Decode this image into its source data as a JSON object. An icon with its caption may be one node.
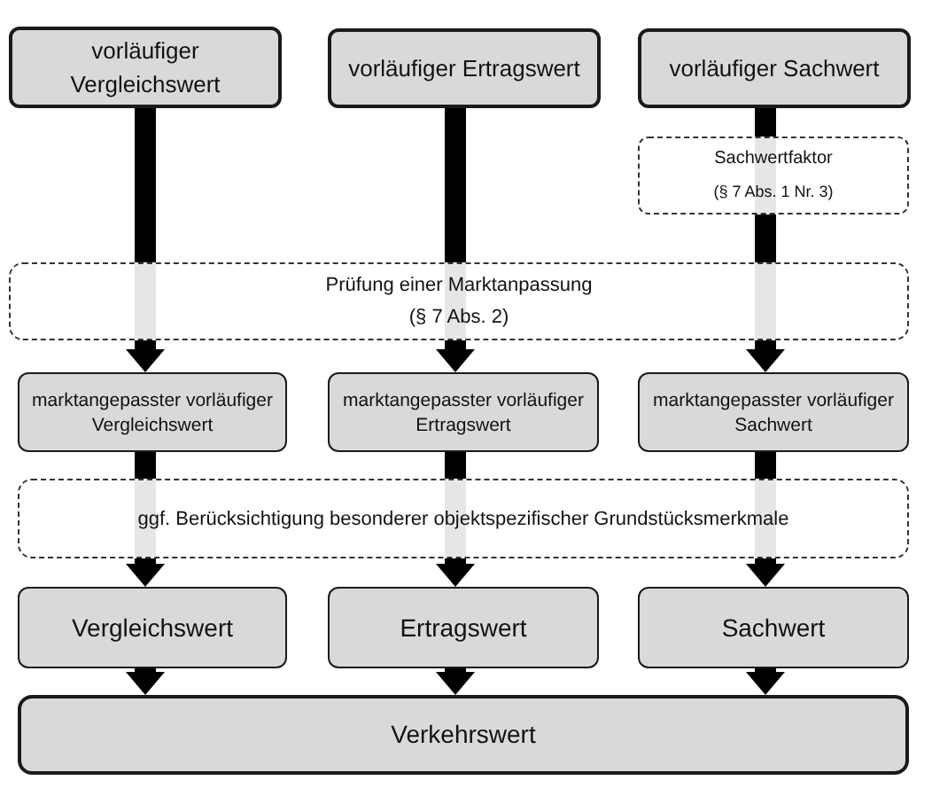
{
  "diagram": {
    "nodes": [
      {
        "text": [
          "vorläufiger Vergleichswert"
        ]
      },
      {
        "text": [
          "vorläufiger Ertragswert"
        ]
      },
      {
        "text": [
          "vorläufiger Sachwert"
        ]
      },
      {
        "text": [
          "Sachwertfaktor",
          "(§ 7 Abs. 1 Nr. 3)"
        ]
      },
      {
        "text": [
          "Prüfung einer Marktanpassung",
          "(§ 7 Abs. 2)"
        ]
      },
      {
        "text": [
          "marktangepasster vorläufiger Vergleichswert"
        ]
      },
      {
        "text": [
          "marktangepasster vorläufiger Ertragswert"
        ]
      },
      {
        "text": [
          "marktangepasster vorläufiger Sachwert"
        ]
      },
      {
        "text": [
          "ggf. Berücksichtigung besonderer objektspezifischer Grundstücksmerkmale"
        ]
      },
      {
        "text": [
          "Vergleichswert"
        ]
      },
      {
        "text": [
          "Ertragswert"
        ]
      },
      {
        "text": [
          "Sachwert"
        ]
      },
      {
        "text": [
          "Verkehrswert"
        ]
      }
    ],
    "edges": [
      {
        "from": 0,
        "to": 4,
        "arrow": "none"
      },
      {
        "from": 1,
        "to": 4,
        "arrow": "none"
      },
      {
        "from": 2,
        "to": 3,
        "arrow": "none"
      },
      {
        "from": 3,
        "to": 4,
        "arrow": "none"
      },
      {
        "from": 4,
        "to": 5,
        "arrow": "to"
      },
      {
        "from": 4,
        "to": 6,
        "arrow": "to"
      },
      {
        "from": 4,
        "to": 7,
        "arrow": "to"
      },
      {
        "from": 5,
        "to": 8,
        "arrow": "none"
      },
      {
        "from": 6,
        "to": 8,
        "arrow": "none"
      },
      {
        "from": 7,
        "to": 8,
        "arrow": "none"
      },
      {
        "from": 8,
        "to": 9,
        "arrow": "to"
      },
      {
        "from": 8,
        "to": 10,
        "arrow": "to"
      },
      {
        "from": 8,
        "to": 11,
        "arrow": "to"
      },
      {
        "from": 9,
        "to": 12,
        "arrow": "to"
      },
      {
        "from": 10,
        "to": 12,
        "arrow": "to"
      },
      {
        "from": 11,
        "to": 12,
        "arrow": "to"
      }
    ]
  }
}
